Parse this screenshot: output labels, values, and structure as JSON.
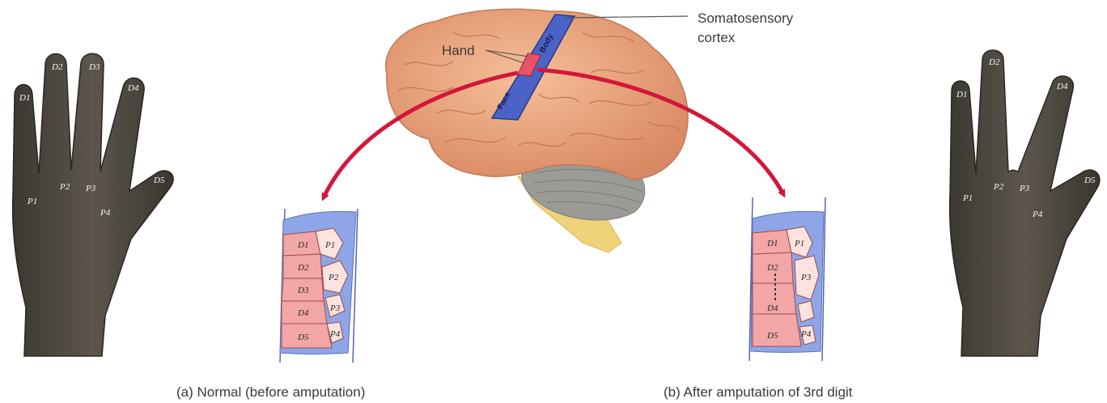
{
  "labels": {
    "somatosensory_line1": "Somatosensory",
    "somatosensory_line2": "cortex",
    "hand": "Hand",
    "strip_left": "Face",
    "strip_right": "Body"
  },
  "captions": {
    "normal": "(a) Normal (before amputation)",
    "after": "(b) After amputation of 3rd digit"
  },
  "digits": {
    "tip": [
      "D1",
      "D2",
      "D3",
      "D4",
      "D5"
    ],
    "palm": [
      "P1",
      "P2",
      "P3",
      "P4"
    ]
  },
  "panel_a": {
    "digit_rows": [
      "D1",
      "D2",
      "D3",
      "D4",
      "D5"
    ],
    "palm_labels": [
      "P1",
      "P2",
      "P3",
      "P4"
    ]
  },
  "panel_b": {
    "digit_rows": [
      "D1",
      "D2",
      "D4",
      "D5"
    ],
    "palm_labels": [
      "P1",
      "P3",
      "P4"
    ]
  },
  "colors": {
    "brain": "#e9a57f",
    "cortex_strip": "#4b63c6",
    "hand_area": "#e8526a",
    "arrow": "#d3173a",
    "map_background": "#8ea5e8",
    "digit_region": "#f3a6a6",
    "skin": "#4f4a42",
    "cerebellum": "#9a9a96",
    "brainstem": "#f0d27a"
  }
}
